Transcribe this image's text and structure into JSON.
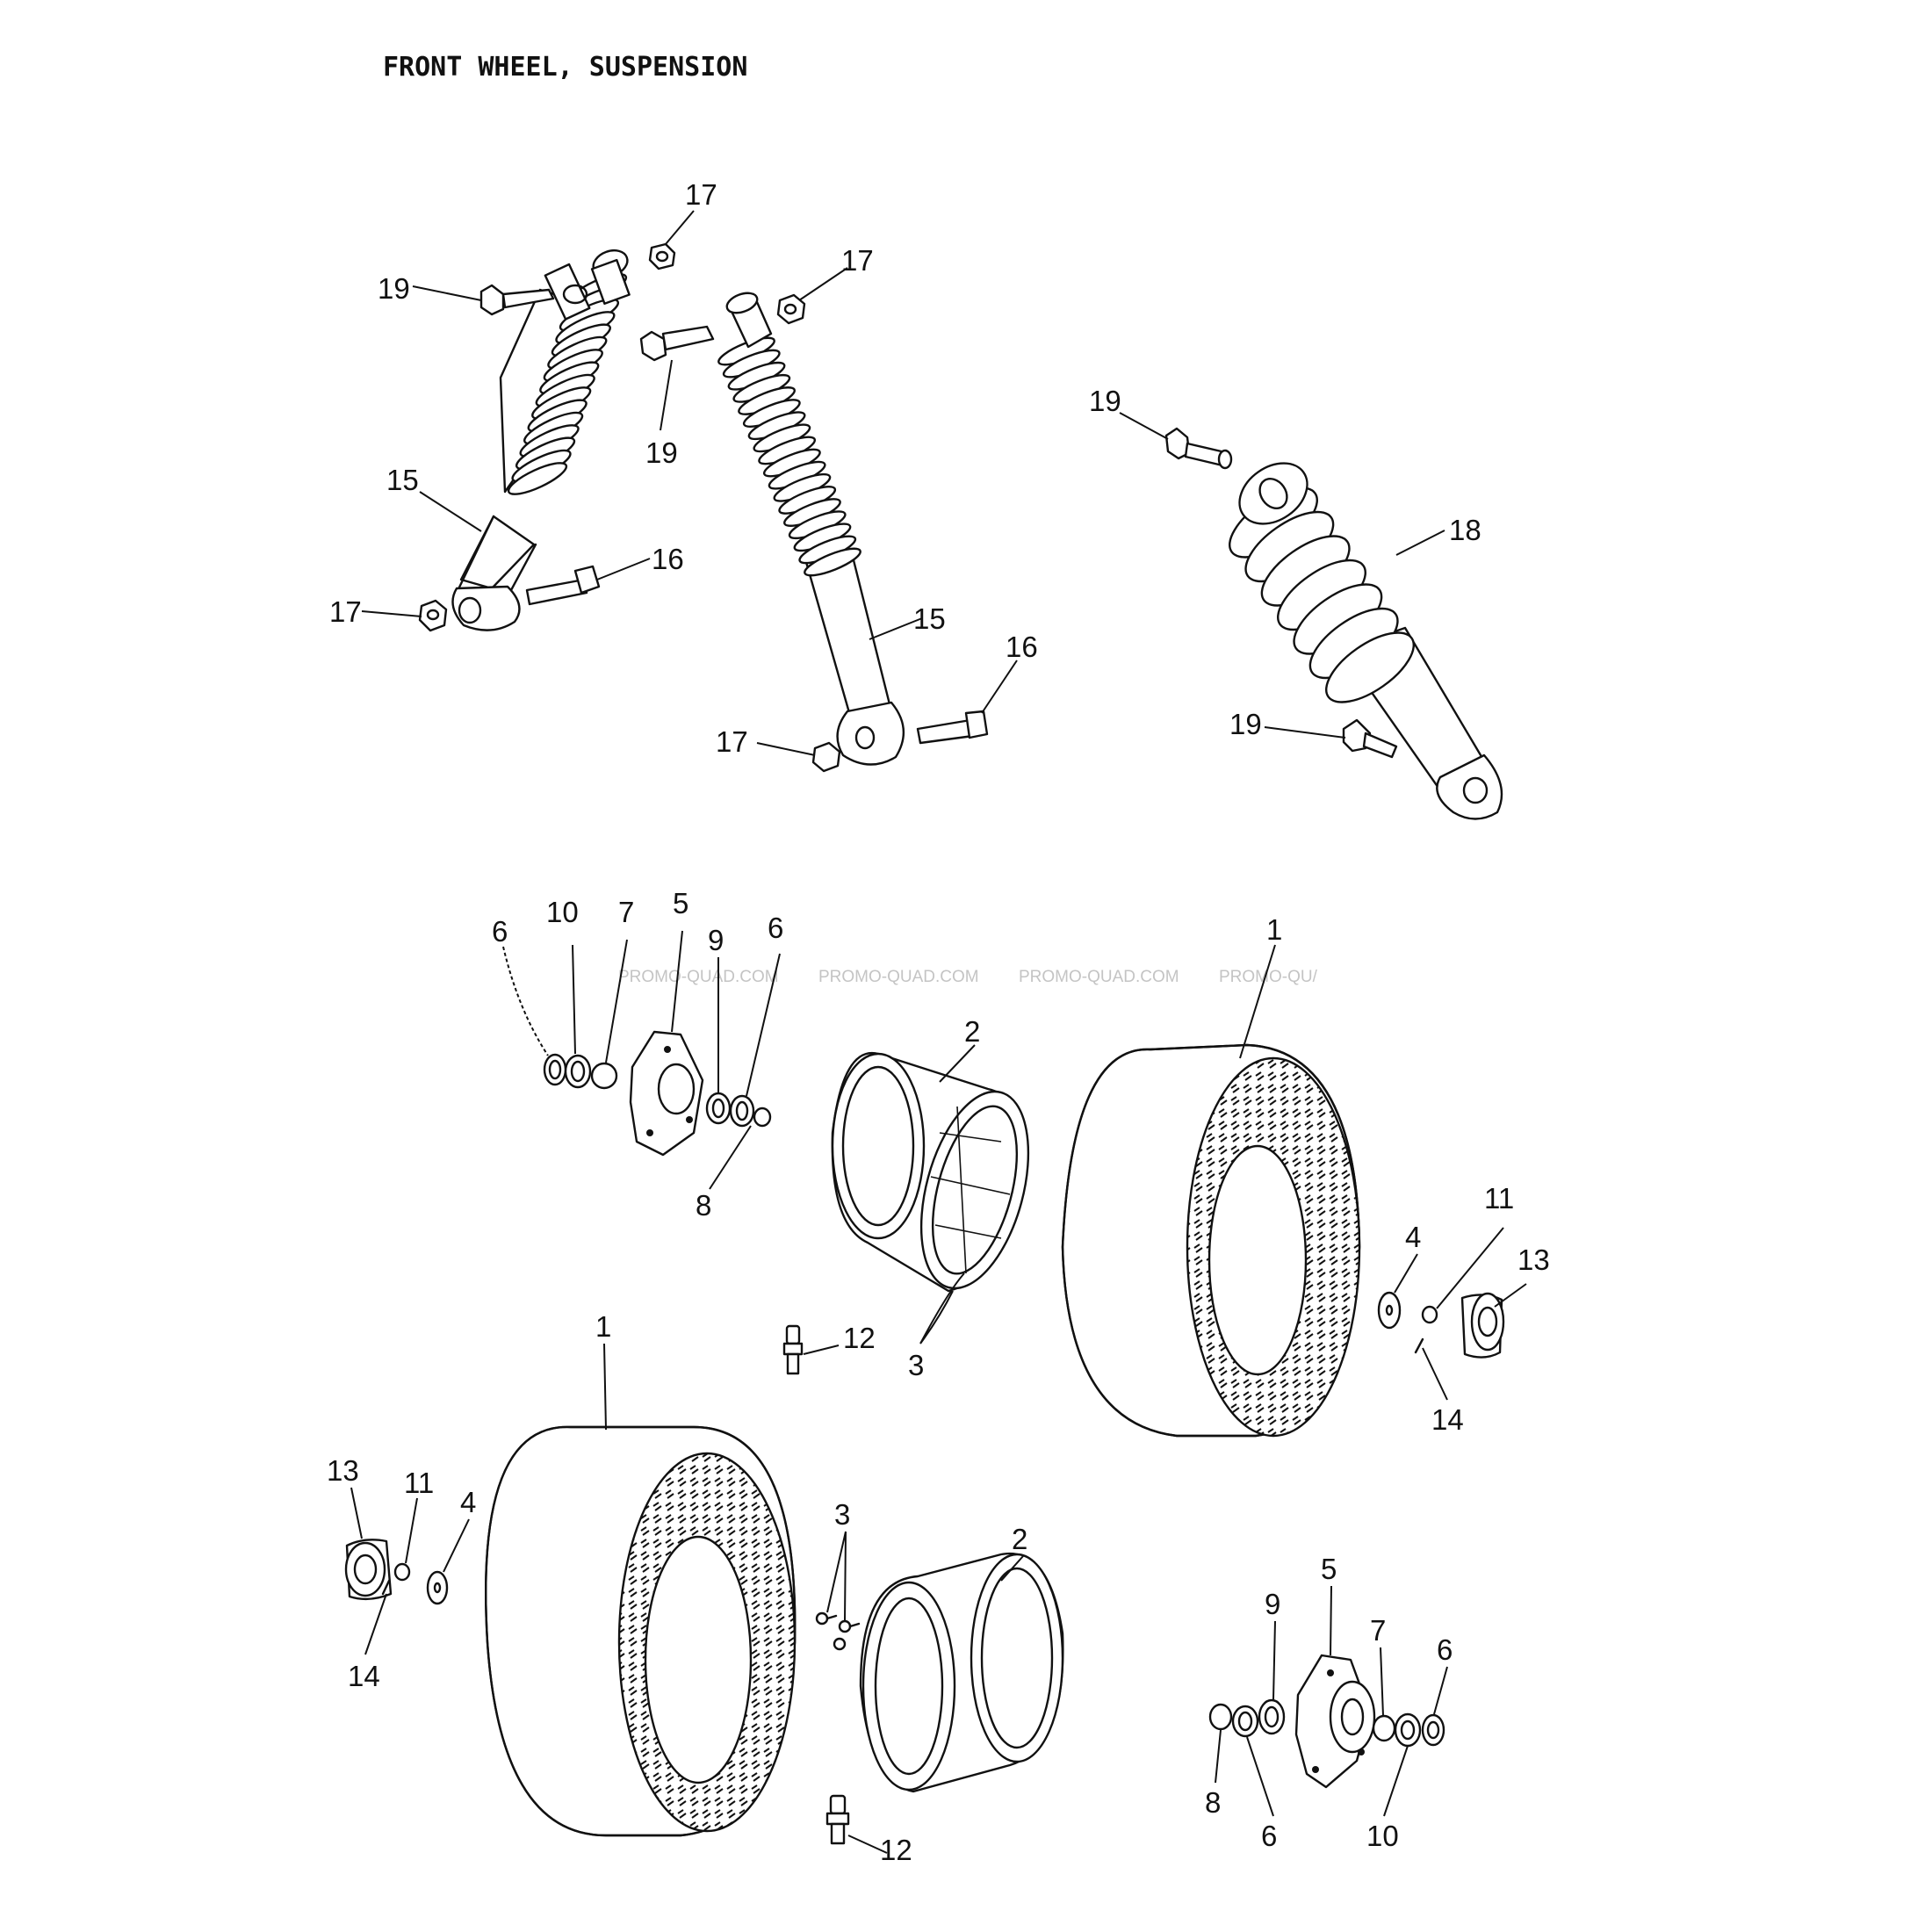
{
  "title": "FRONT WHEEL, SUSPENSION",
  "watermark": [
    "PROMO-QUAD.COM",
    "PROMO-QUAD.COM",
    "PROMO-QUAD.COM",
    "PROMO-QU/"
  ],
  "icons": [
    "shock-absorber-icon",
    "coil-spring-shock-icon",
    "tire-icon",
    "rim-icon",
    "hub-icon",
    "bolt-icon",
    "nut-icon",
    "washer-icon",
    "bearing-icon",
    "valve-icon",
    "cap-icon"
  ],
  "callouts": {
    "shock_a_top_nut": "17",
    "shock_a_top_bolt": "19",
    "shock_a_body": "15",
    "shock_a_bottom_bolt": "16",
    "shock_a_bottom_nut": "17",
    "shock_b_top_nut": "17",
    "shock_b_top_bolt": "19",
    "shock_b_body": "15",
    "shock_b_bottom_bolt": "16",
    "shock_b_bottom_nut": "17",
    "shock_c_top_bolt": "19",
    "shock_c_body": "18",
    "shock_c_bottom_bolt": "19",
    "upper_hub_seal_outer": "6",
    "upper_hub_bearing": "10",
    "upper_hub_spacer": "7",
    "upper_hub": "5",
    "upper_hub_bearing_inner": "9",
    "upper_hub_seal_inner": "6",
    "upper_hub_collar": "8",
    "upper_rim": "2",
    "upper_rim_bolts": "3",
    "upper_tire": "1",
    "upper_valve": "12",
    "upper_washer": "4",
    "upper_nut": "11",
    "upper_cap": "13",
    "upper_pin": "14",
    "lower_tire": "1",
    "lower_cap": "13",
    "lower_nut": "11",
    "lower_washer": "4",
    "lower_pin": "14",
    "lower_rim_bolts": "3",
    "lower_rim": "2",
    "lower_valve": "12",
    "lower_hub": "5",
    "lower_hub_bearing": "9",
    "lower_hub_collar": "8",
    "lower_hub_seal": "6",
    "lower_hub_spacer": "7",
    "lower_hub_seal_outer": "6",
    "lower_hub_bearing_outer": "10"
  }
}
